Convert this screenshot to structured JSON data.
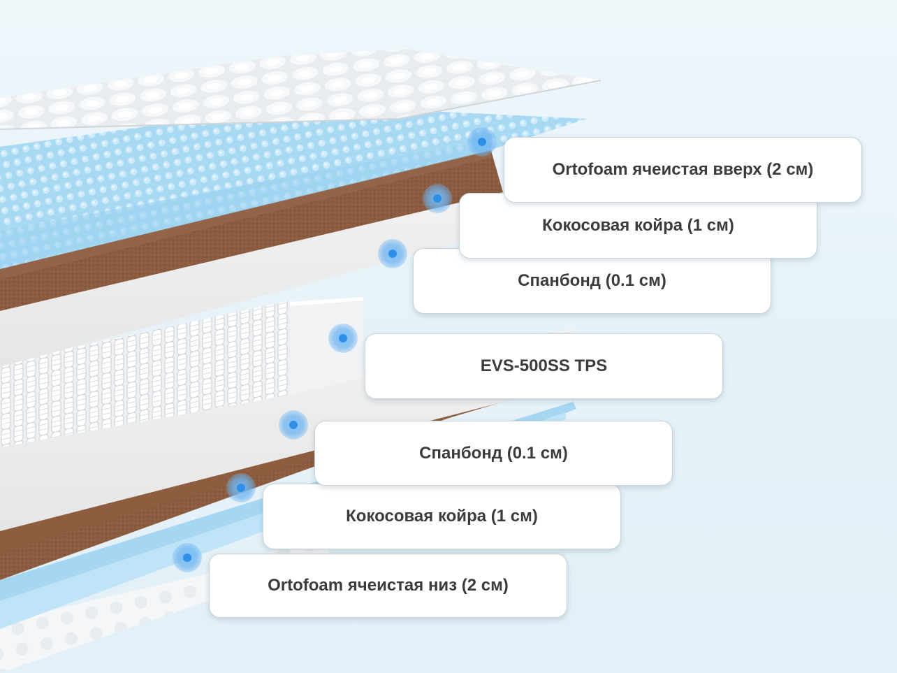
{
  "labels": [
    "Ortofoam ячеистая вверх (2 см)",
    "Кокосовая койра (1 см)",
    "Спанбонд (0.1 см)",
    "EVS-500SS TPS",
    "Спанбонд (0.1 см)",
    "Кокосовая койра (1 см)",
    "Ortofoam ячеистая низ (2 см)"
  ],
  "colors": {
    "foam": "#9fd4f0",
    "coir": "#8a5b3e",
    "spunbond": "#f3f3f3",
    "springs": "#dcdcdc",
    "marker": "#2f8fe8"
  },
  "icons": [
    "layer-marker-icon"
  ]
}
